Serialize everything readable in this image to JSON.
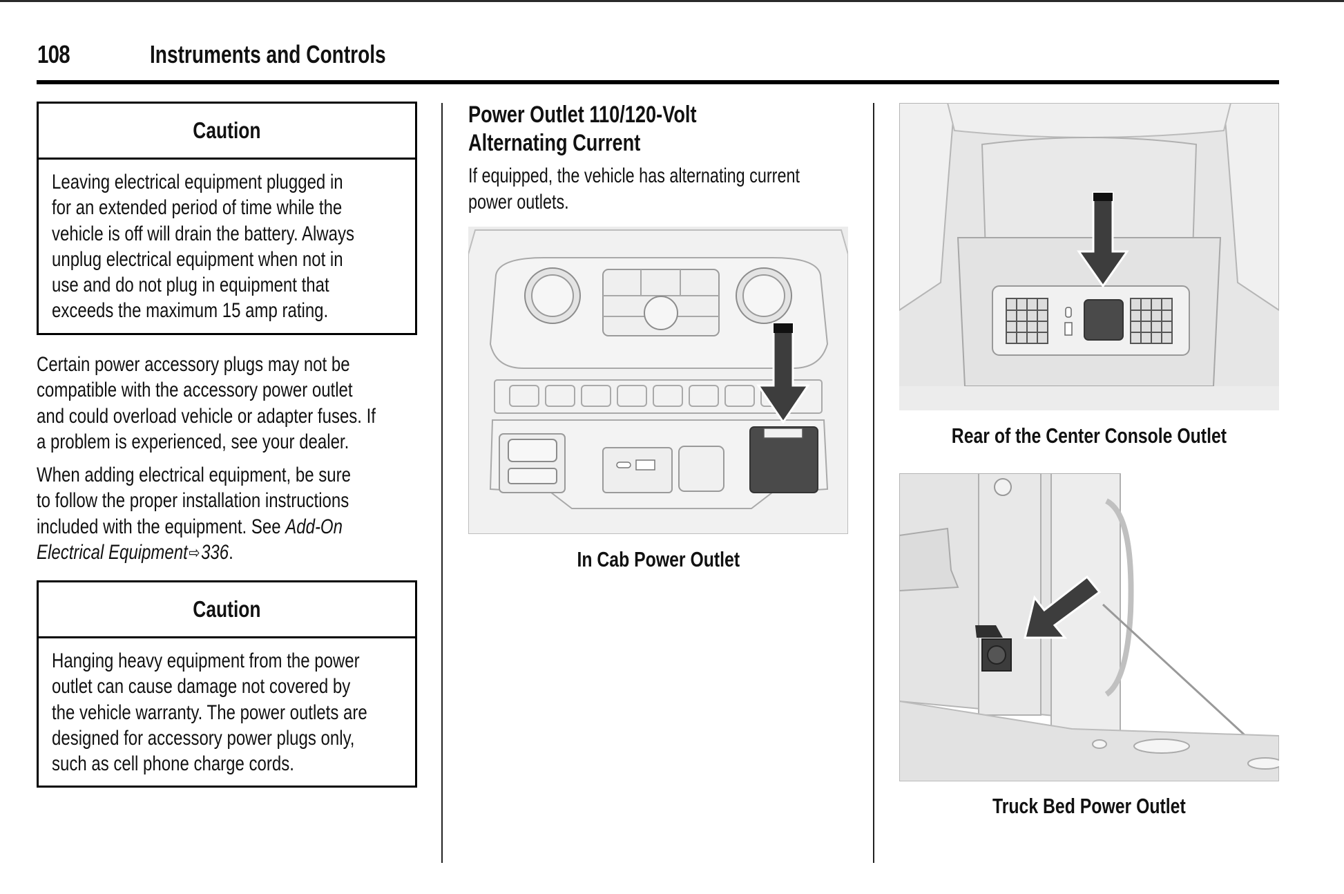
{
  "header": {
    "page_number": "108",
    "section_title": "Instruments and Controls"
  },
  "left_column": {
    "caution_1": {
      "title": "Caution",
      "lines": [
        "Leaving electrical equipment plugged in",
        "for an extended period of time while the",
        "vehicle is off will drain the battery. Always",
        "unplug electrical equipment when not in",
        "use and do not plug in equipment that",
        "exceeds the maximum 15 amp rating."
      ]
    },
    "paragraph_1": {
      "lines": [
        "Certain power accessory plugs may not be",
        "compatible with the accessory power outlet",
        "and could overload vehicle or adapter fuses. If",
        "a problem is experienced, see your dealer."
      ]
    },
    "paragraph_2": {
      "lines": [
        "When adding electrical equipment, be sure",
        "to follow the proper installation instructions",
        "included with the equipment. See "
      ],
      "xref_line1": "Add-On",
      "xref_line2": "Electrical Equipment",
      "xref_icon": "arrow-right-outline-icon",
      "xref_page": "336",
      "xref_end": "."
    },
    "caution_2": {
      "title": "Caution",
      "lines": [
        "Hanging heavy equipment from the power",
        "outlet can cause damage not covered by",
        "the vehicle warranty. The power outlets are",
        "designed for accessory power plugs only,",
        "such as cell phone charge cords."
      ]
    }
  },
  "middle_column": {
    "heading_lines": [
      "Power Outlet 110/120-Volt",
      "Alternating Current"
    ],
    "intro_lines": [
      "If equipped, the vehicle has alternating current",
      "power outlets."
    ],
    "figure": {
      "caption": "In Cab Power Outlet",
      "arrow_color": "#3d3d3d"
    }
  },
  "right_column": {
    "figures": [
      {
        "caption": "Rear of the Center Console Outlet",
        "arrow_color": "#3d3d3d"
      },
      {
        "caption": "Truck Bed Power Outlet",
        "arrow_color": "#3d3d3d"
      }
    ]
  },
  "colors": {
    "text": "#111111",
    "rule": "#000000",
    "illustration_bg": "#e9e9e9",
    "outlet_dark": "#4a4a4a"
  }
}
